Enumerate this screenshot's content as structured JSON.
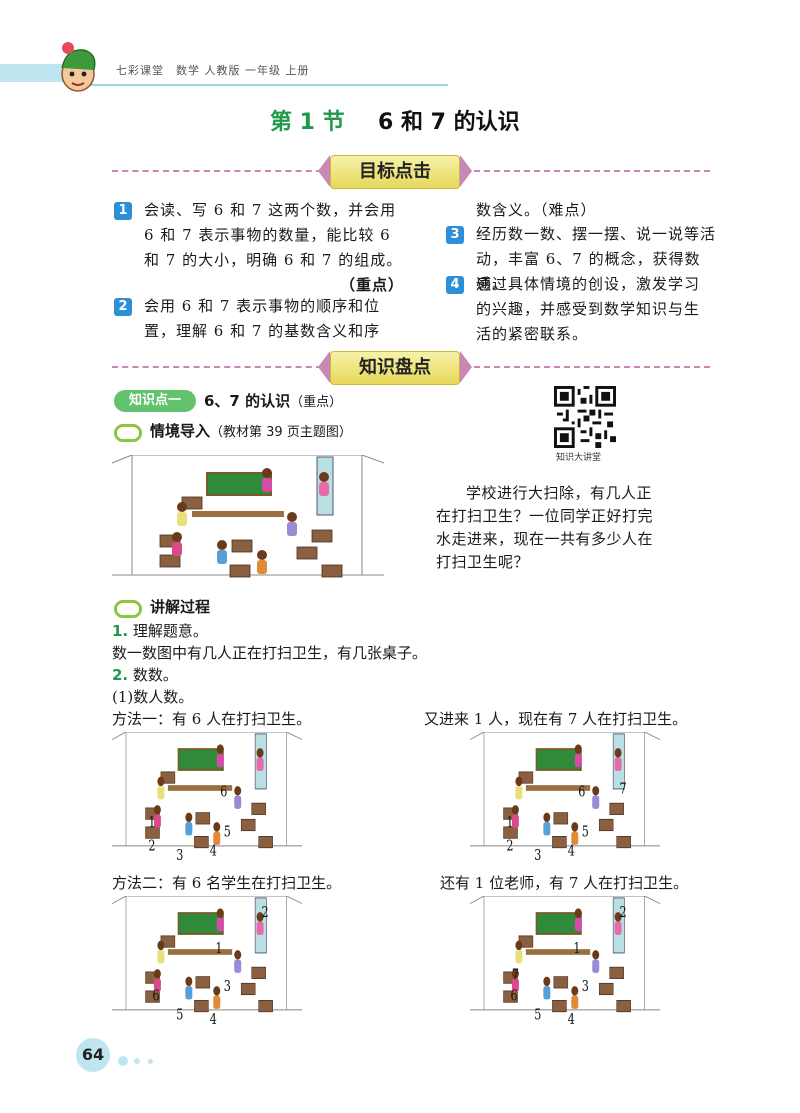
{
  "header": {
    "book_title": "七彩课堂　数学 人教版 一年级 上册"
  },
  "title": {
    "section": "第 1 节",
    "topic": "6 和 7 的认识"
  },
  "goals_banner": "目标点击",
  "goals": [
    {
      "num": "1",
      "lines": [
        "会读、写 6 和 7 这两个数，并会用",
        "6 和 7 表示事物的数量，能比较 6",
        "和 7 的大小，明确 6 和 7 的组成。"
      ],
      "tag": "（重点）"
    },
    {
      "num": "2",
      "lines": [
        "会用 6 和 7 表示事物的顺序和位",
        "置，理解 6 和 7 的基数含义和序"
      ]
    },
    {
      "num": "3",
      "lines": [
        "经历数一数、摆一摆、说一说等活",
        "动，丰富 6、7 的概念，获得数感。"
      ]
    },
    {
      "num": "4",
      "lines": [
        "通过具体情境的创设，激发学习",
        "的兴趣，并感受到数学知识与生",
        "活的紧密联系。"
      ]
    }
  ],
  "goal2_continuation": "数含义。（难点）",
  "knowledge_banner": "知识盘点",
  "knowledge_point": {
    "tag": "知识点一",
    "title": "6、7 的认识",
    "note": "（重点）"
  },
  "qr_caption": "知识大讲堂",
  "situation": {
    "heading": "情境导入",
    "note": "（教材第 39 页主题图）"
  },
  "story": "学校进行大扫除，有几人正在打扫卫生？一位同学正好打完水走进来，现在一共有多少人在打扫卫生呢？",
  "process": {
    "heading": "讲解过程",
    "step1_num": "1.",
    "step1": "理解题意。",
    "step1_text": "数一数图中有几人正在打扫卫生，有几张桌子。",
    "step2_num": "2.",
    "step2": "数数。",
    "sub1": "(1)数人数。",
    "m1_left": "方法一：有 6 人在打扫卫生。",
    "m1_right": "又进来 1 人，现在有 7 人在打扫卫生。",
    "m2_left": "方法二：有 6 名学生在打扫卫生。",
    "m2_right": "还有 1 位老师，有 7 人在打扫卫生。"
  },
  "figures": {
    "f1": [
      "1",
      "2",
      "3",
      "4",
      "5",
      "6"
    ],
    "f2": [
      "1",
      "2",
      "3",
      "4",
      "5",
      "6",
      "7"
    ],
    "f3": [
      "1",
      "2",
      "3",
      "4",
      "5",
      "6"
    ],
    "f4": [
      "1",
      "2",
      "3",
      "4",
      "5",
      "6",
      "7"
    ]
  },
  "page_number": "64"
}
